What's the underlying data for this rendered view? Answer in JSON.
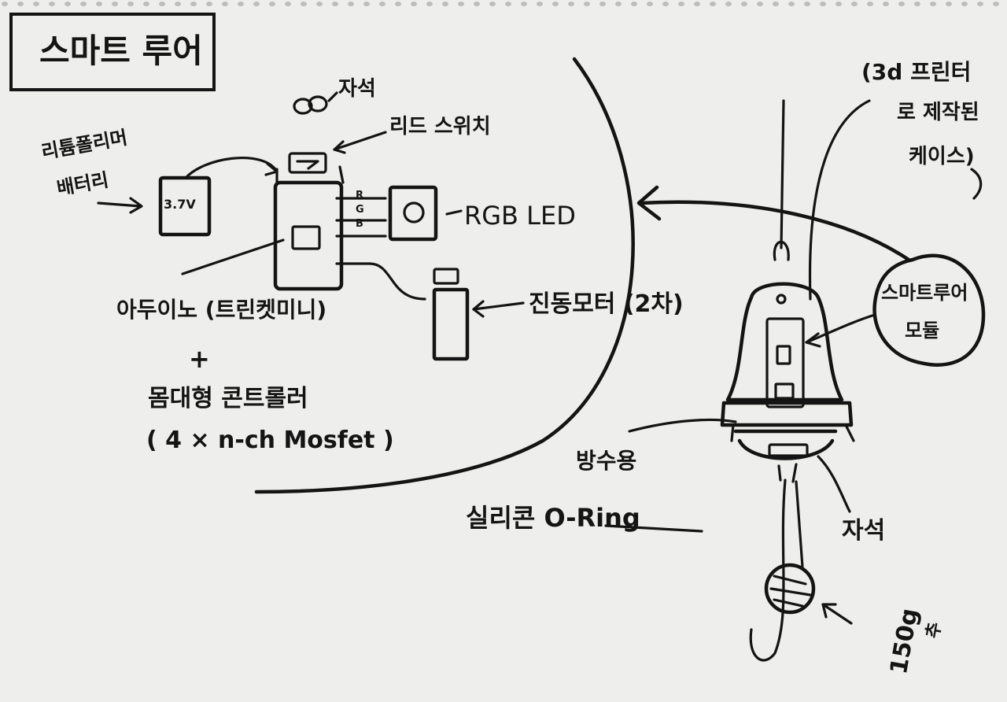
{
  "title": "스마트 루어",
  "labels": {
    "magnet_top": "자석",
    "reed_switch": "리드 스위치",
    "battery_line1": "리튬폴리머",
    "battery_line2": "배터리",
    "battery_voltage": "3.7V",
    "rgb_pins": "R G B",
    "rgb_led": "RGB LED",
    "arduino": "아두이노 (트린켓미니)",
    "plus": "+",
    "controller": "몸대형 콘트롤러",
    "mosfet": "( 4 × n-ch Mosfet )",
    "vibration_motor": "진동모터 (2차)",
    "case_line1": "(3d 프린터",
    "case_line2": "로 제작된",
    "case_line3": "케이스)",
    "module_line1": "스마트루어",
    "module_line2": "모듈",
    "waterproof": "방수용",
    "oring": "실리콘 O-Ring",
    "magnet_bottom": "자석",
    "weight_line1": "150g",
    "weight_line2": "추"
  },
  "colors": {
    "paper": "#eeeeec",
    "ink": "#141414"
  }
}
